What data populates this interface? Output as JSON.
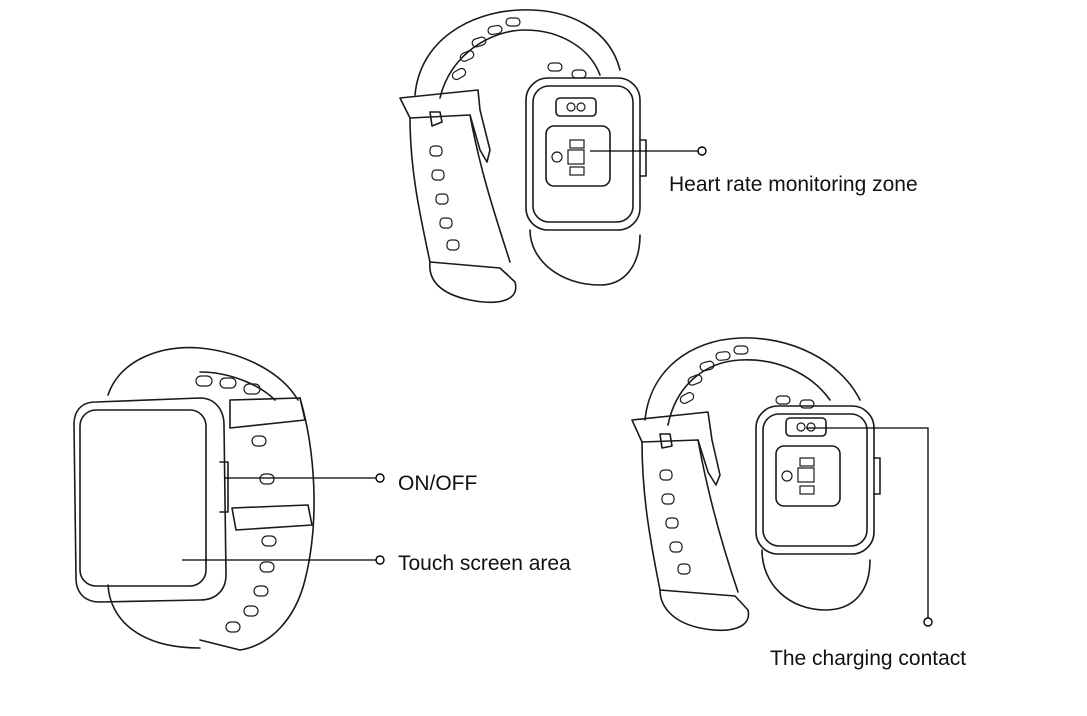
{
  "labels": {
    "heart_rate": "Heart rate monitoring zone",
    "on_off": "ON/OFF",
    "touch_screen": "Touch screen area",
    "charging": "The charging contact"
  }
}
